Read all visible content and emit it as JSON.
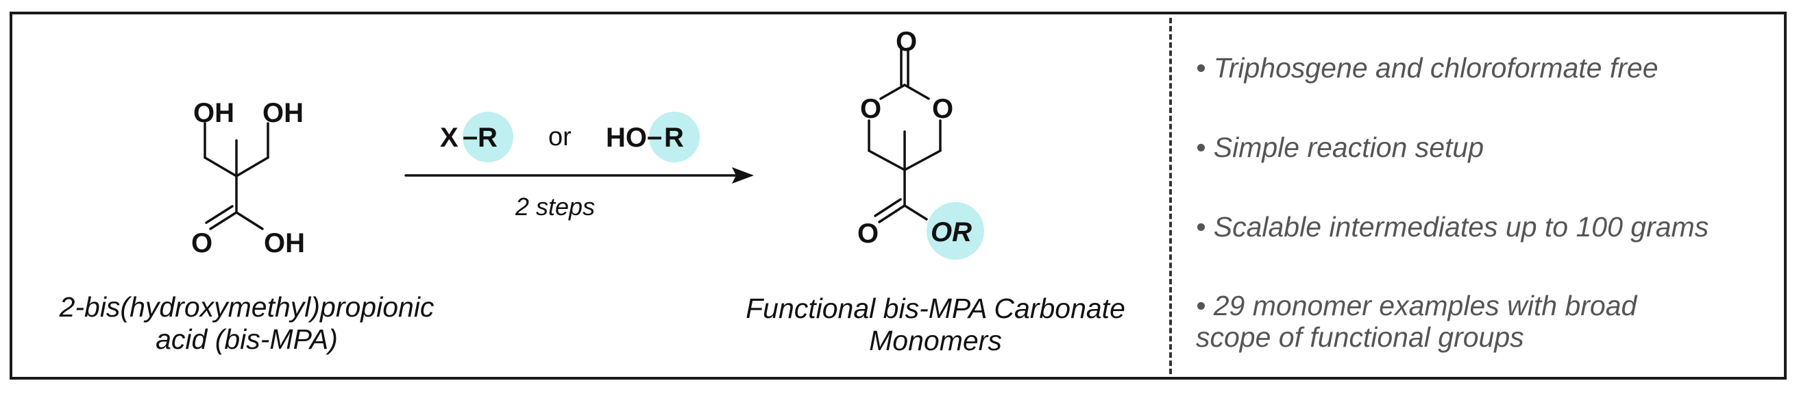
{
  "starting_material": {
    "atoms": {
      "oh_left": "OH",
      "oh_right": "OH",
      "carbonyl_o": "O",
      "acid_oh": "OH"
    },
    "caption_line1": "2-bis(hydroxymethyl)propionic",
    "caption_line2": "acid (bis-MPA)"
  },
  "reaction": {
    "reagent_a_x": "X",
    "reagent_a_r": "R",
    "connector": "or",
    "reagent_b_ho": "HO",
    "reagent_b_r": "R",
    "conditions": "2 steps",
    "highlight_color": "#bfeff0"
  },
  "product": {
    "atoms": {
      "carbonate_o_top": "O",
      "ring_o_left": "O",
      "ring_o_right": "O",
      "ester_carbonyl_o": "O",
      "ester_or": "OR"
    },
    "caption_line1": "Functional bis-MPA Carbonate",
    "caption_line2": "Monomers"
  },
  "features": [
    "• Triphosgene and chloroformate free",
    "• Simple reaction setup",
    "• Scalable intermediates up to 100 grams",
    "• 29 monomer examples with broad",
    "scope of functional groups"
  ]
}
